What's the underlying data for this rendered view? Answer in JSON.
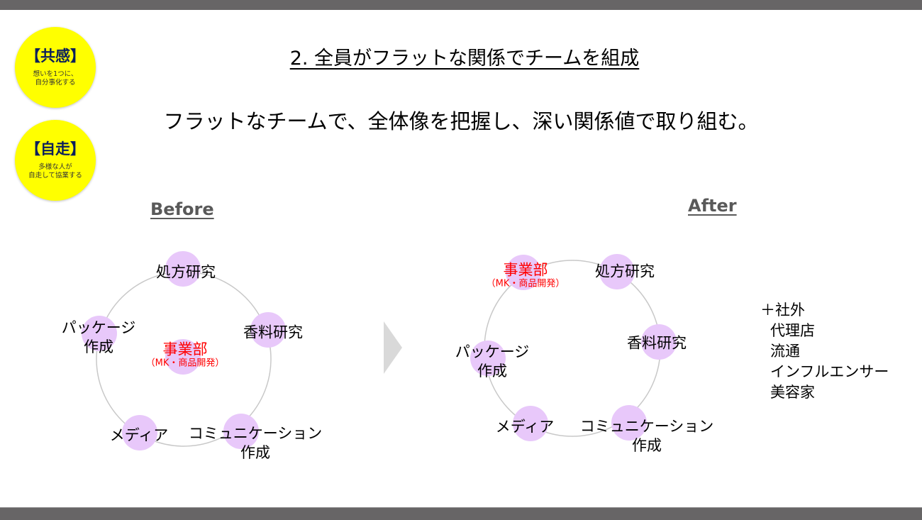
{
  "slide": {
    "title": "2. 全員がフラットな関係でチームを組成",
    "subtitle": "フラットなチームで、全体像を把握し、深い関係値で取り組む。",
    "colors": {
      "bar": "#676566",
      "badge": "#ffff00",
      "node": "#e8c8fa",
      "ring": "#c8c8c8",
      "accent_red": "#ff0000",
      "arrow": "#d9d9d9"
    }
  },
  "badges": [
    {
      "title": "【共感】",
      "lines": [
        "想いを1つに、",
        "自分事化する"
      ]
    },
    {
      "title": "【自走】",
      "lines": [
        "多様な人が",
        "自走して協業する"
      ]
    }
  ],
  "before": {
    "label": "Before",
    "center_node": {
      "name": "事業部",
      "sub": "（MK・商品開発）"
    },
    "nodes": [
      {
        "line1": "処方研究",
        "line2": ""
      },
      {
        "line1": "香料研究",
        "line2": ""
      },
      {
        "line1": "コミュニケーション",
        "line2": "作成"
      },
      {
        "line1": "メディア",
        "line2": ""
      },
      {
        "line1": "パッケージ",
        "line2": "作成"
      }
    ]
  },
  "after": {
    "label": "After",
    "ring_node": {
      "name": "事業部",
      "sub": "（MK・商品開発）"
    },
    "nodes": [
      {
        "line1": "処方研究",
        "line2": ""
      },
      {
        "line1": "香料研究",
        "line2": ""
      },
      {
        "line1": "コミュニケーション",
        "line2": "作成"
      },
      {
        "line1": "メディア",
        "line2": ""
      },
      {
        "line1": "パッケージ",
        "line2": "作成"
      }
    ],
    "external": {
      "head": "＋社外",
      "items": [
        "代理店",
        "流通",
        "インフルエンサー",
        "美容家"
      ]
    }
  },
  "arrow": {
    "icon": "chevron-right-triangle"
  }
}
